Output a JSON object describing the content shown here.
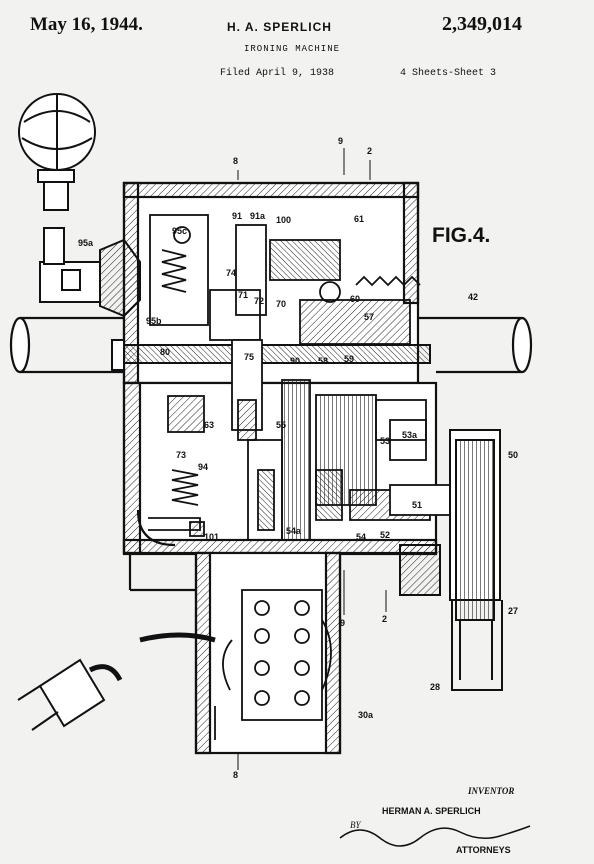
{
  "header": {
    "date": "May 16, 1944.",
    "inventor": "H. A. SPERLICH",
    "patent_number": "2,349,014",
    "title": "IRONING MACHINE",
    "filed": "Filed April 9, 1938",
    "sheets": "4 Sheets-Sheet 3"
  },
  "figure": {
    "label": "FIG.4.",
    "reference_numerals": [
      {
        "id": "n8top",
        "text": "8"
      },
      {
        "id": "n9top",
        "text": "9"
      },
      {
        "id": "n2top",
        "text": "2"
      },
      {
        "id": "n95a",
        "text": "95a"
      },
      {
        "id": "n95c",
        "text": "95c"
      },
      {
        "id": "n91",
        "text": "91"
      },
      {
        "id": "n91a",
        "text": "91a"
      },
      {
        "id": "n100",
        "text": "100"
      },
      {
        "id": "n61",
        "text": "61"
      },
      {
        "id": "n74",
        "text": "74"
      },
      {
        "id": "n71",
        "text": "71"
      },
      {
        "id": "n72",
        "text": "72"
      },
      {
        "id": "n70",
        "text": "70"
      },
      {
        "id": "n60",
        "text": "60"
      },
      {
        "id": "n42",
        "text": "42"
      },
      {
        "id": "n95b",
        "text": "95b"
      },
      {
        "id": "n57",
        "text": "57"
      },
      {
        "id": "n80",
        "text": "80"
      },
      {
        "id": "n75",
        "text": "75"
      },
      {
        "id": "n90",
        "text": "90"
      },
      {
        "id": "n58",
        "text": "58"
      },
      {
        "id": "n59",
        "text": "59"
      },
      {
        "id": "n63",
        "text": "63"
      },
      {
        "id": "n55",
        "text": "55"
      },
      {
        "id": "n53",
        "text": "53"
      },
      {
        "id": "n53a",
        "text": "53a"
      },
      {
        "id": "n50",
        "text": "50"
      },
      {
        "id": "n73",
        "text": "73"
      },
      {
        "id": "n94",
        "text": "94"
      },
      {
        "id": "n51",
        "text": "51"
      },
      {
        "id": "n54a",
        "text": "54a"
      },
      {
        "id": "n101",
        "text": "101"
      },
      {
        "id": "n54",
        "text": "54"
      },
      {
        "id": "n52",
        "text": "52"
      },
      {
        "id": "n9bot",
        "text": "9"
      },
      {
        "id": "n2bot",
        "text": "2"
      },
      {
        "id": "n27",
        "text": "27"
      },
      {
        "id": "n28",
        "text": "28"
      },
      {
        "id": "n30a",
        "text": "30a"
      },
      {
        "id": "n8bot",
        "text": "8"
      }
    ]
  },
  "signature": {
    "inventor_label": "INVENTOR",
    "inventor_name": "HERMAN A. SPERLICH",
    "by": "BY",
    "attorneys": "ATTORNEYS"
  },
  "colors": {
    "paper": "#f2f2f0",
    "ink": "#111111"
  }
}
